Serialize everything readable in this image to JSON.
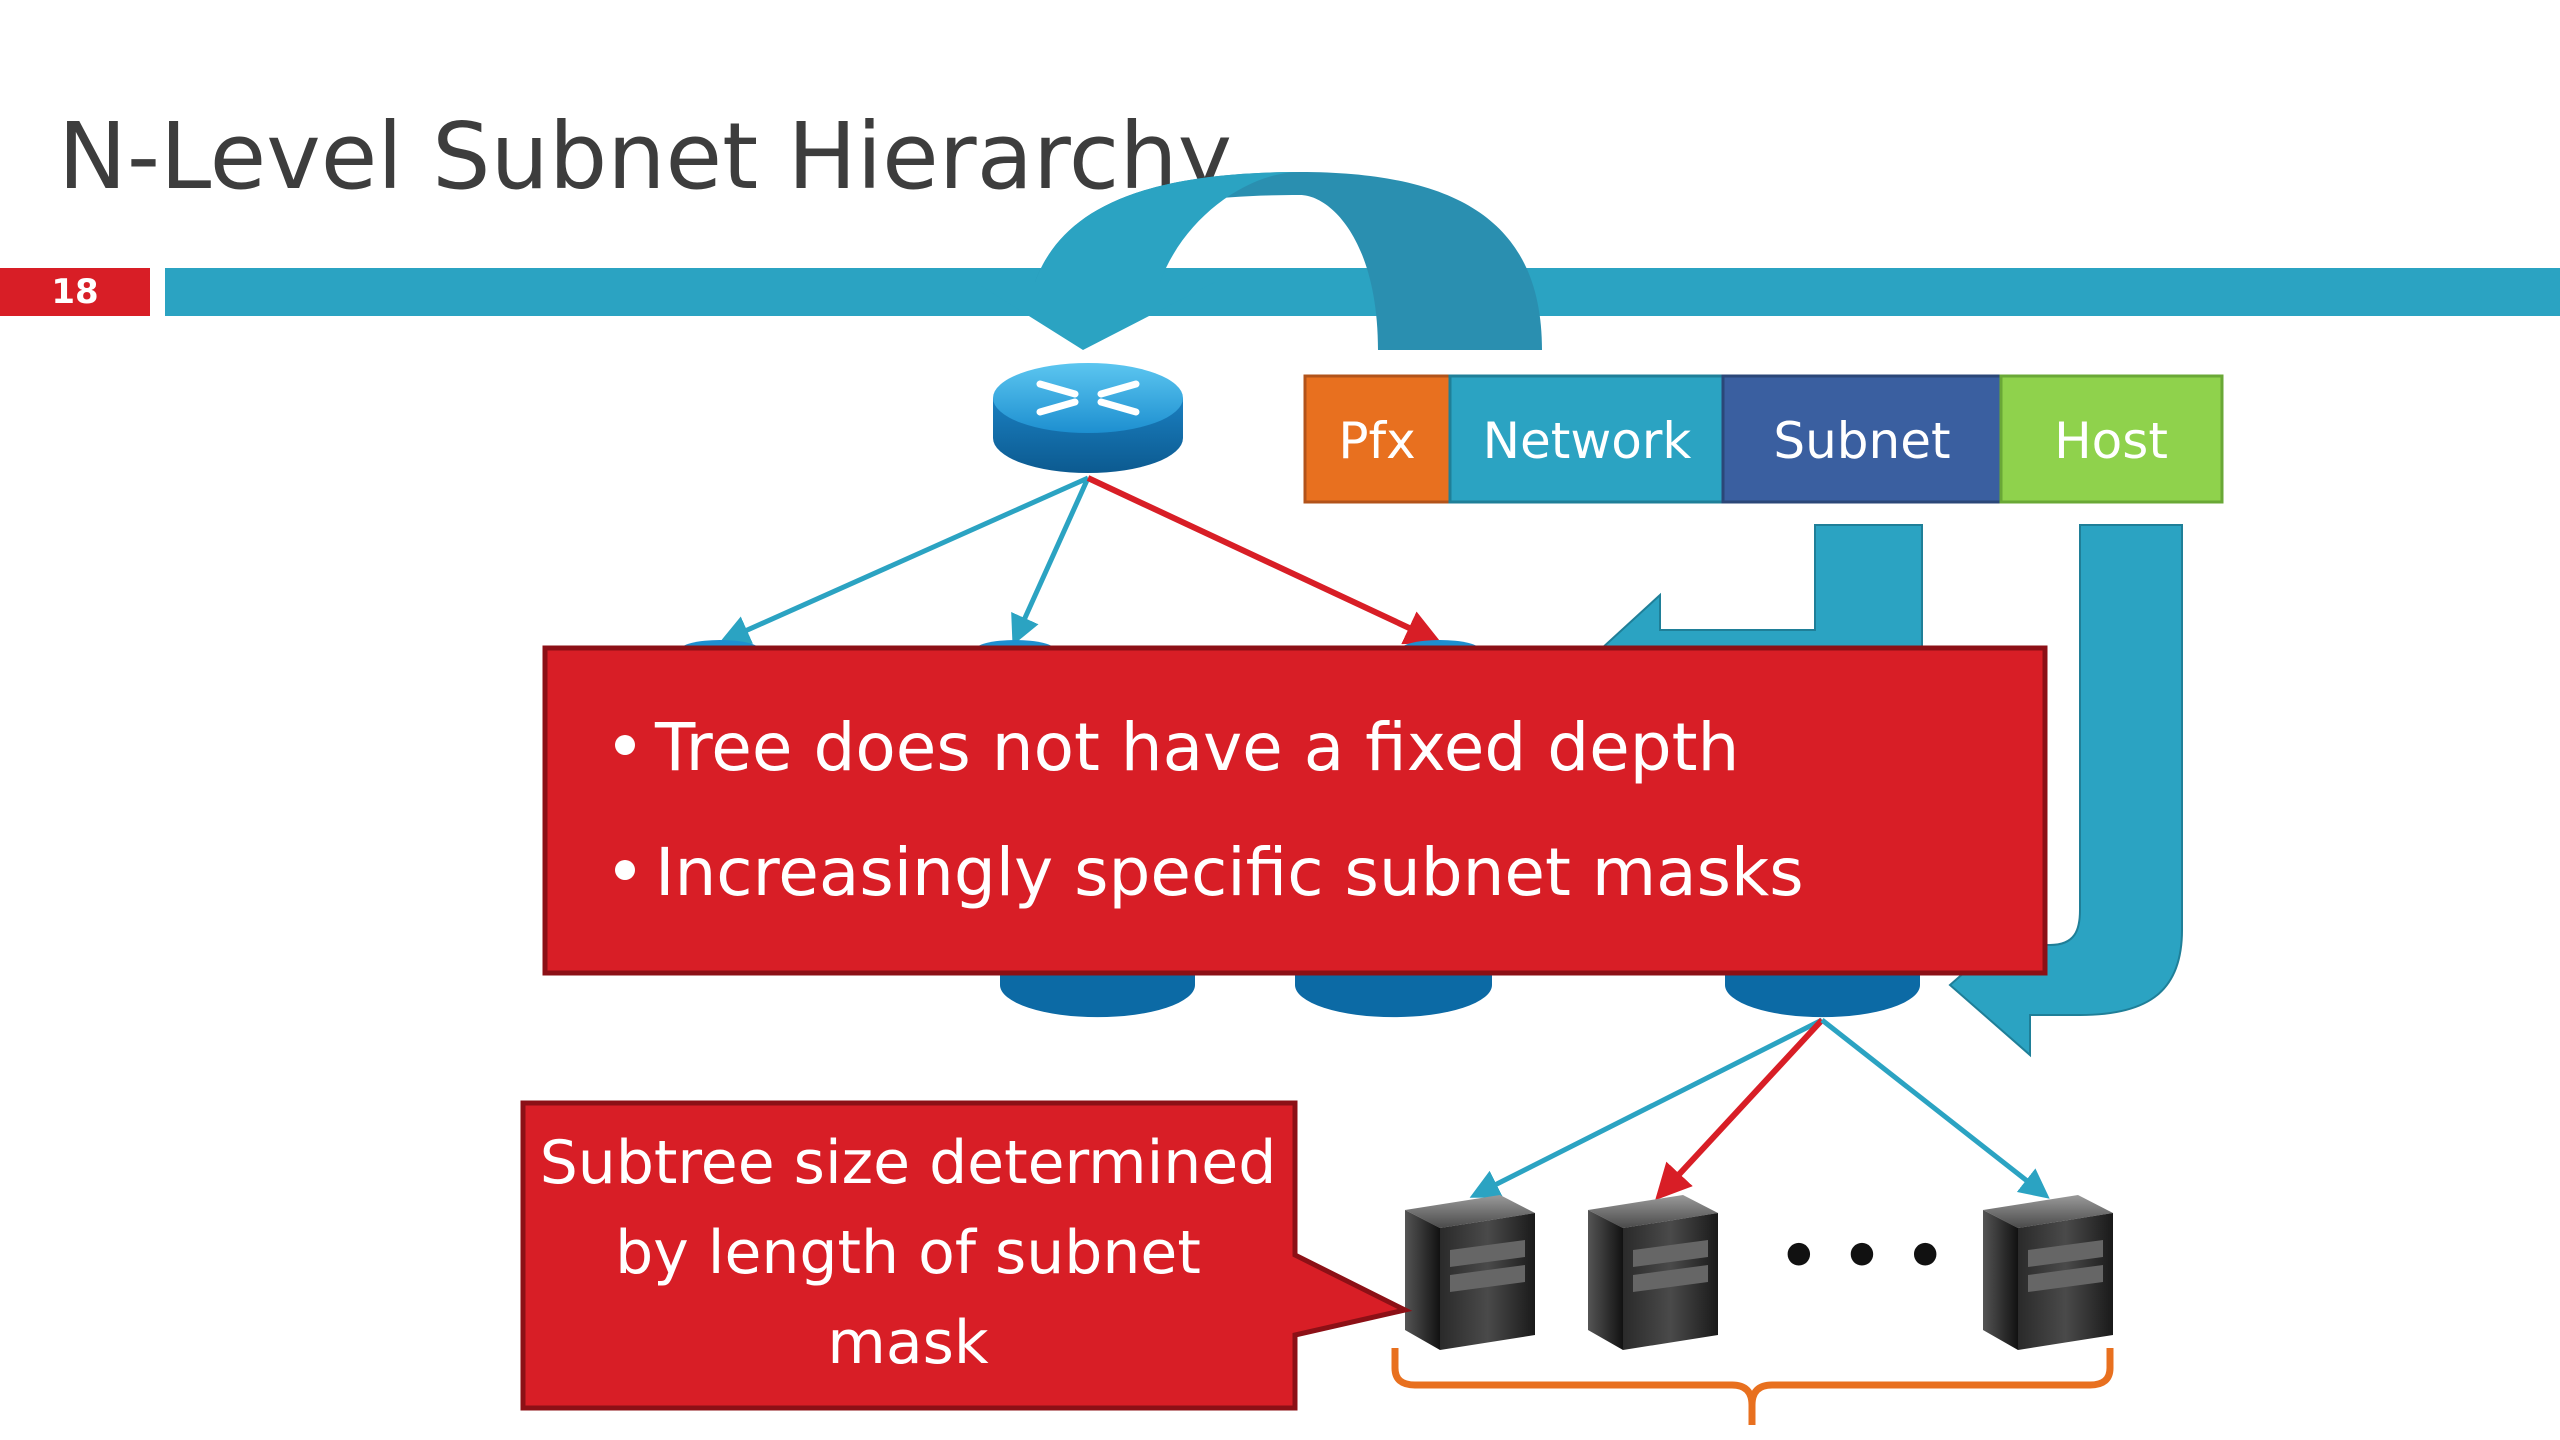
{
  "slide": {
    "title": "N-Level Subnet Hierarchy",
    "slide_number": "18"
  },
  "address_fields": [
    {
      "label": "Pfx",
      "color": "#e8701f"
    },
    {
      "label": "Network",
      "color": "#2ba3c2"
    },
    {
      "label": "Subnet",
      "color": "#3a5fa0"
    },
    {
      "label": "Host",
      "color": "#8fd24c"
    }
  ],
  "callout_main": {
    "bullets": [
      "Tree does not have a fixed depth",
      "Increasingly specific subnet masks"
    ]
  },
  "callout_subtree": {
    "lines": [
      "Subtree size determined",
      "by length of subnet",
      "mask"
    ]
  },
  "ellipsis": "• • •",
  "colors": {
    "accent_red": "#d81e26",
    "accent_teal": "#2ba3c2",
    "title_text": "#3d3d3d",
    "brace_orange": "#e8701f"
  }
}
